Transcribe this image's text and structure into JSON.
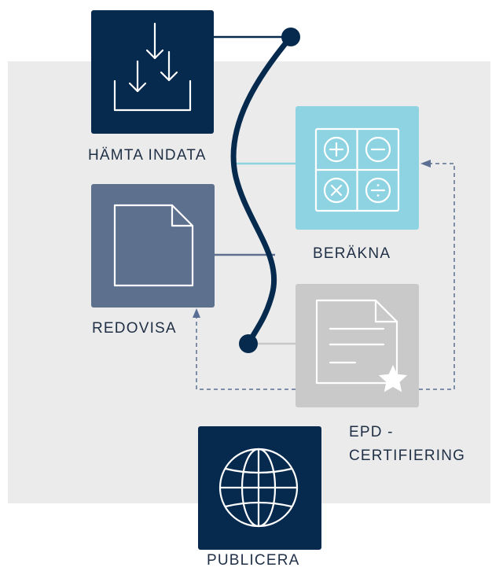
{
  "steps": {
    "fetch": {
      "label": "HÄMTA INDATA",
      "icon": "download-tray-icon"
    },
    "calculate": {
      "label": "BERÄKNA",
      "icon": "calculator-icon"
    },
    "report": {
      "label": "REDOVISA",
      "icon": "document-icon"
    },
    "certify": {
      "label_line1": "EPD -",
      "label_line2": "CERTIFIERING",
      "icon": "certificate-star-icon"
    },
    "publish": {
      "label": "PUBLICERA",
      "icon": "globe-icon"
    }
  },
  "colors": {
    "navy": "#052a4e",
    "light_blue": "#8ed3e1",
    "slate": "#5d718f",
    "gray": "#c9c9c9",
    "background_panel": "#ebebeb",
    "dashed_line": "#5a6f93",
    "text": "#1f2f45"
  }
}
